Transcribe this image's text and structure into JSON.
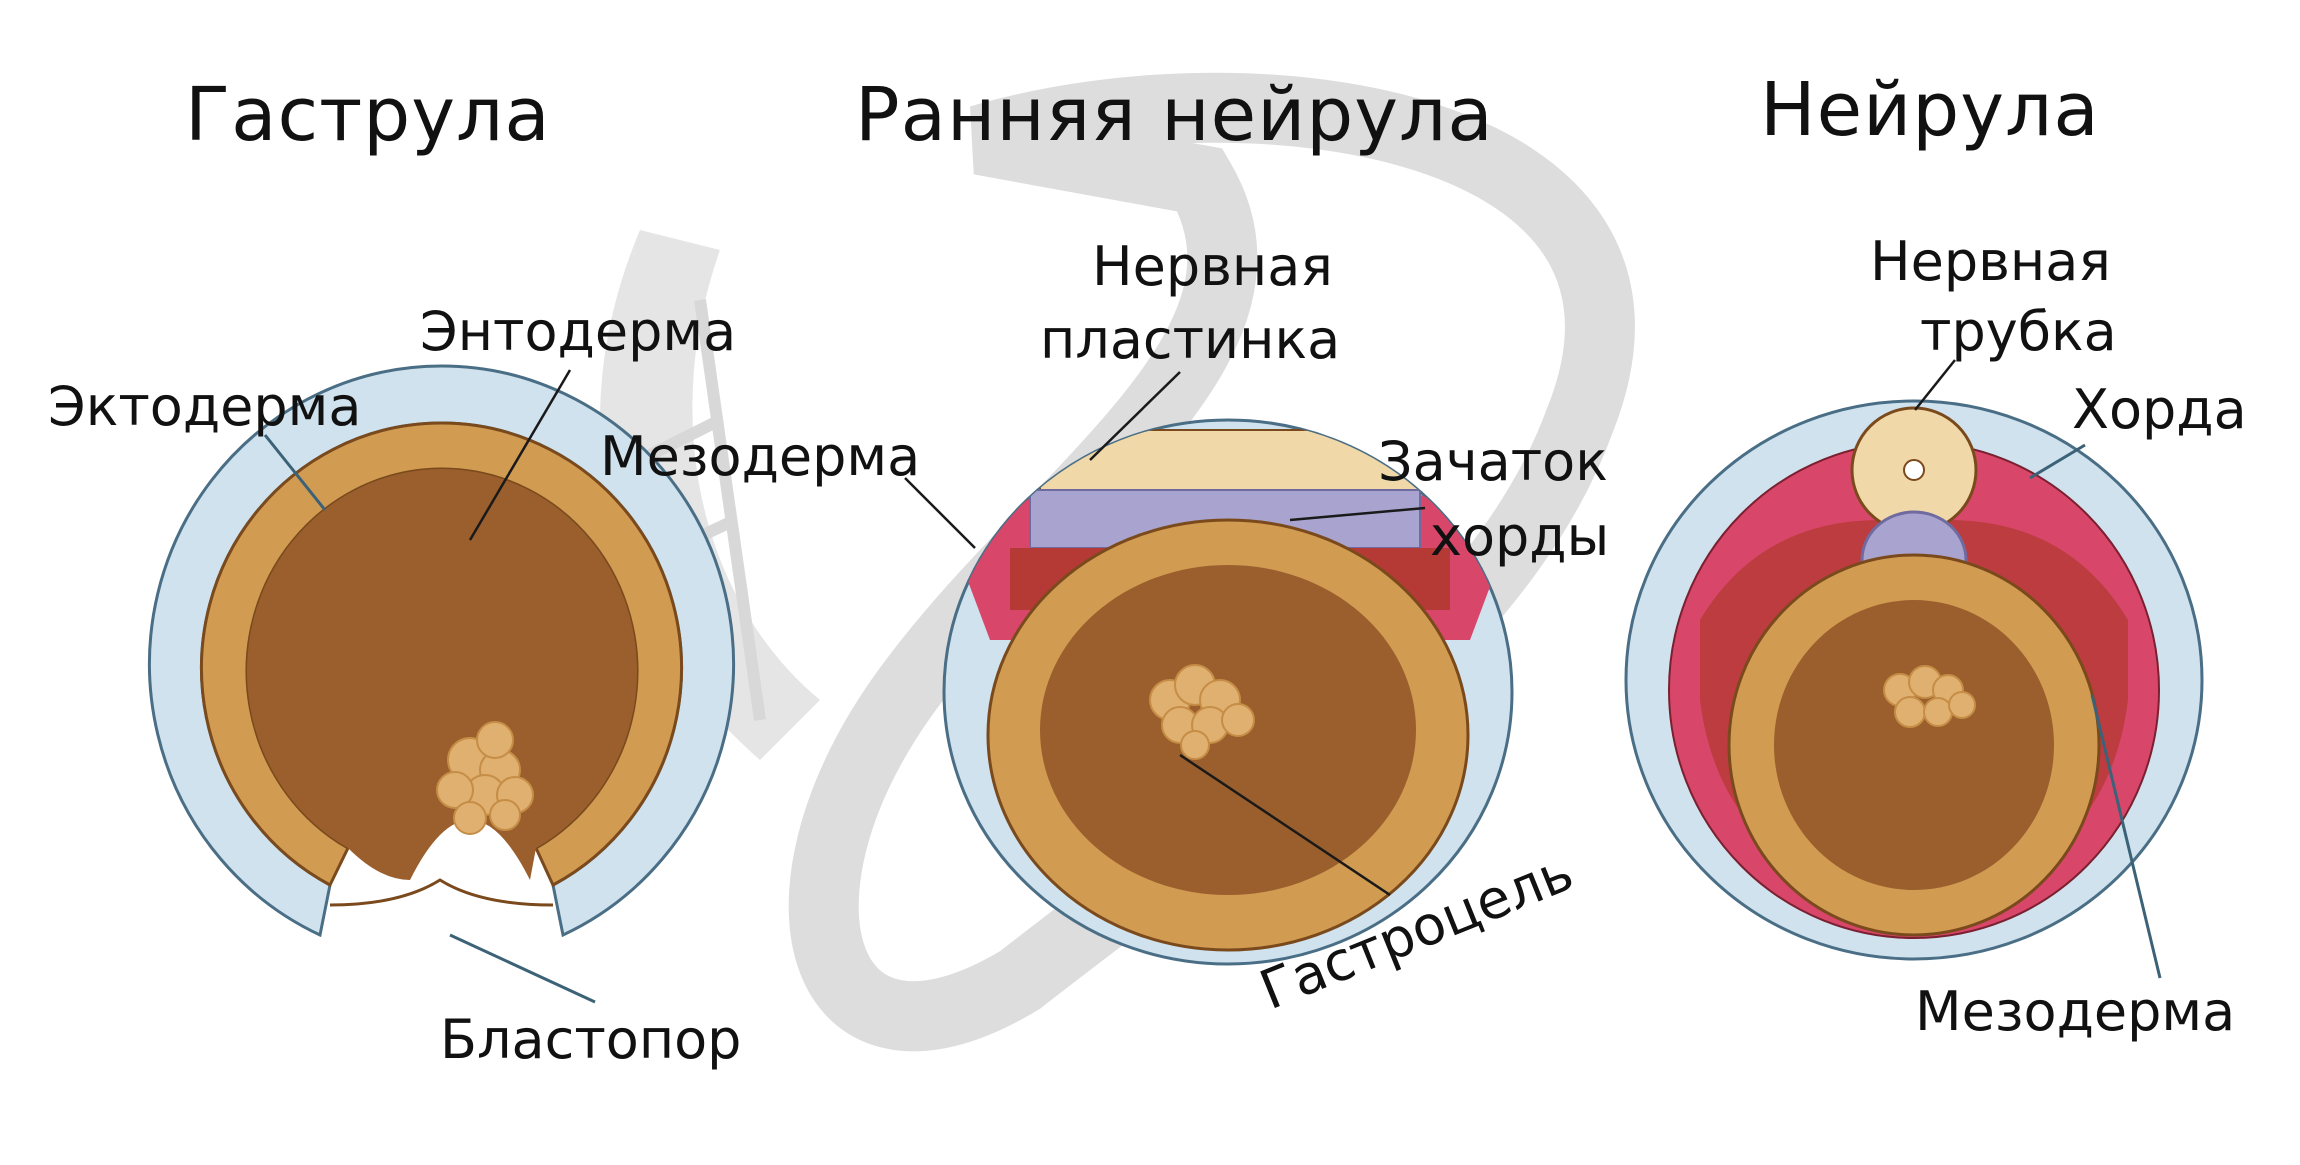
{
  "titles": {
    "gastrula": "Гаструла",
    "early_neurula": "Ранняя нейрула",
    "neurula": "Нейрула"
  },
  "labels": {
    "ectoderm": "Эктодерма",
    "endoderm": "Энтодерма",
    "blastopore": "Бластопор",
    "mesoderm_early": "Мезодерма",
    "neural_plate_1": "Нервная",
    "neural_plate_2": "пластинка",
    "notochord_rudiment_1": "Зачаток",
    "notochord_rudiment_2": "хорды",
    "gastrocoel": "Гастроцель",
    "neural_tube_1": "Нервная",
    "neural_tube_2": "трубка",
    "notochord": "Хорда",
    "mesoderm_neurula": "Мезодерма"
  },
  "colors": {
    "ectoderm": "#cfe2ee",
    "ectoderm_outline": "#4a6e85",
    "endoderm": "#d19b52",
    "cavity": "#9a5f2c",
    "yolk": "#e0b070",
    "mesoderm": "#d8476a",
    "mesoderm_dark": "#b53a35",
    "neural_plate": "#f0d8a8",
    "notochord": "#a9a4cf",
    "watermark": "#cfcfcf"
  }
}
